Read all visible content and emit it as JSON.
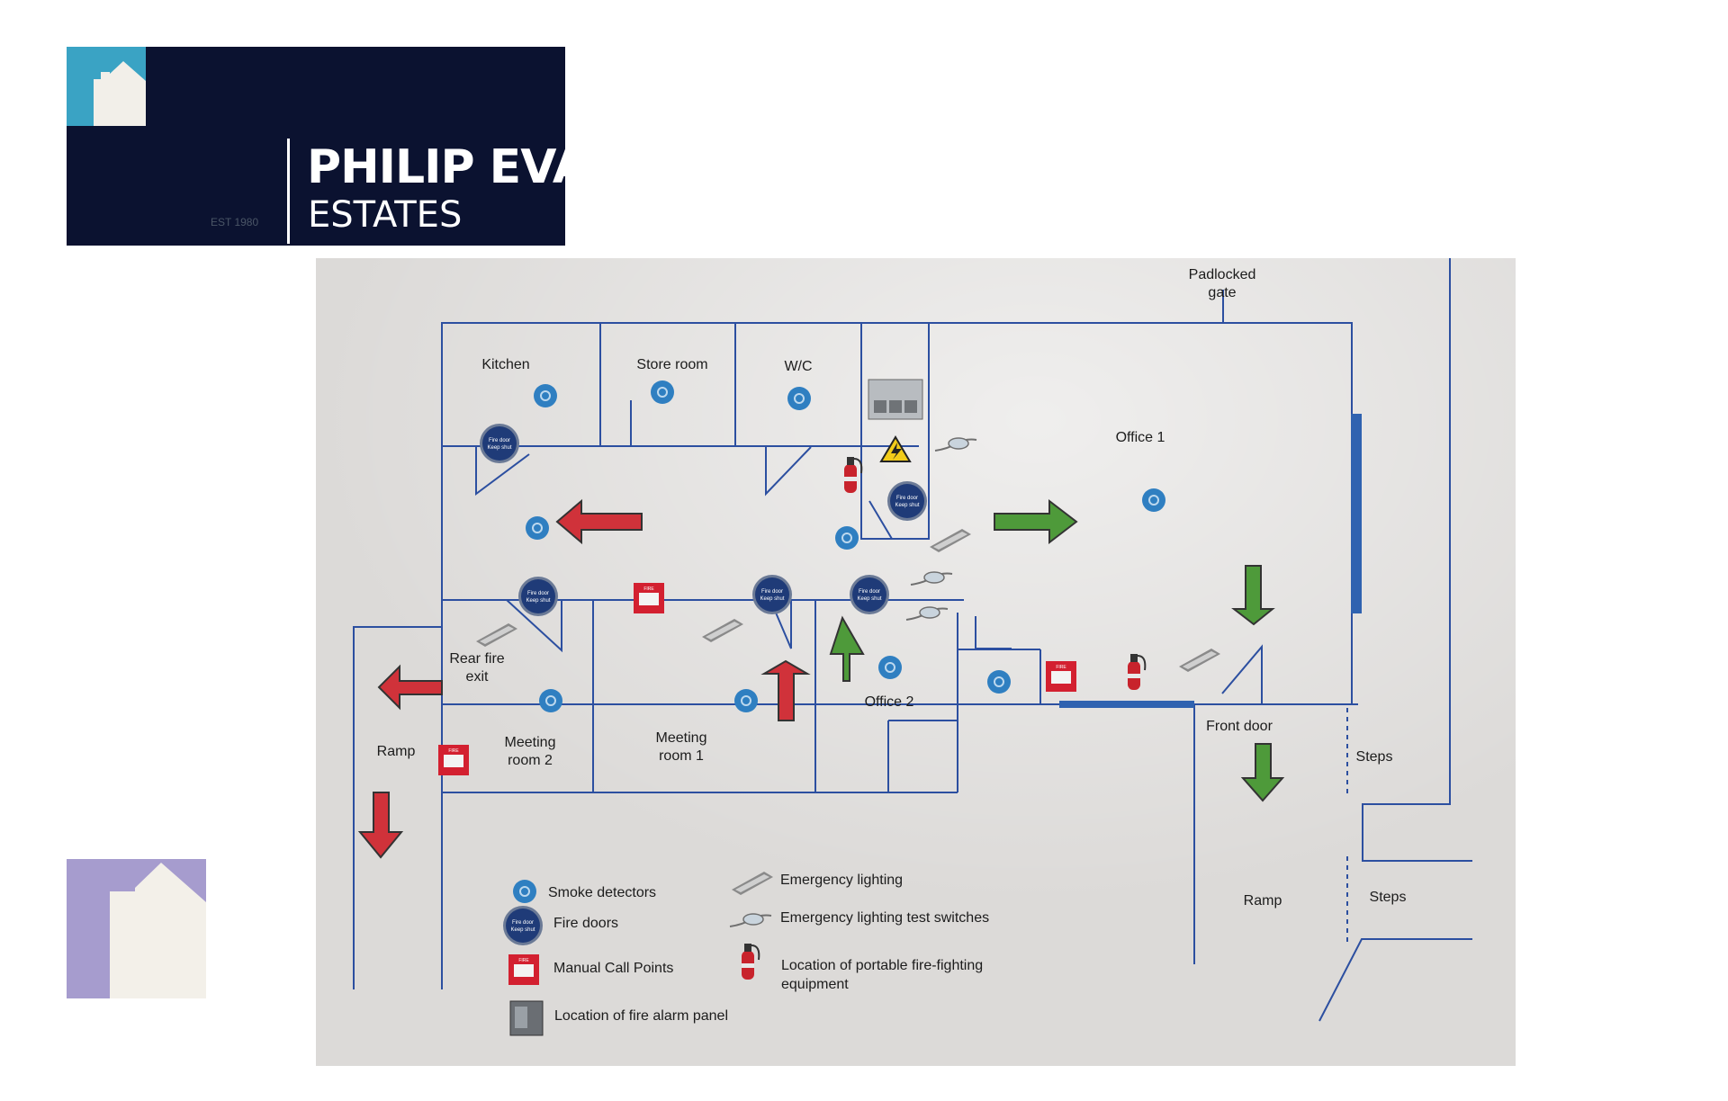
{
  "branding": {
    "name": "PHILIP EVANS",
    "subtitle": "ESTATES",
    "established": "EST 1980"
  },
  "colors": {
    "logo_background": "#0b1230",
    "logo_house": "#3aa3c4",
    "badge": "#a69cce",
    "wall": "#2c4fa0",
    "smoke_detector": "#2f7fc1",
    "fire_door": "#1f3b78",
    "exit_arrow_red": "#d0323a",
    "exit_arrow_green": "#4e9a3a",
    "call_point": "#d32030"
  },
  "plan": {
    "rooms": {
      "kitchen": "Kitchen",
      "store_room": "Store room",
      "wc": "W/C",
      "office1": "Office 1",
      "office2": "Office 2",
      "meeting_room_1": "Meeting\nroom 1",
      "meeting_room_2": "Meeting\nroom 2",
      "rear_fire_exit": "Rear fire\nexit",
      "ramp_left": "Ramp",
      "front_door": "Front door",
      "steps_upper": "Steps",
      "steps_lower": "Steps",
      "ramp_right": "Ramp",
      "padlocked_gate": "Padlocked\ngate"
    },
    "fire_door_sign": "Fire door\nKeep shut",
    "call_point_sign": "FIRE",
    "icons": [
      "smoke-detector-icon",
      "fire-door-icon",
      "manual-call-point-icon",
      "emergency-light-icon",
      "test-switch-icon",
      "fire-extinguisher-icon",
      "fire-alarm-panel-icon",
      "electrical-hazard-icon",
      "exit-arrow-icon"
    ]
  },
  "legend": {
    "smoke_detectors": "Smoke detectors",
    "fire_doors": "Fire doors",
    "manual_call_points": "Manual Call Points",
    "fire_alarm_panel": "Location of fire alarm panel",
    "emergency_lighting": "Emergency lighting",
    "test_switches": "Emergency lighting test switches",
    "fire_equipment": "Location of portable fire-fighting\nequipment"
  }
}
